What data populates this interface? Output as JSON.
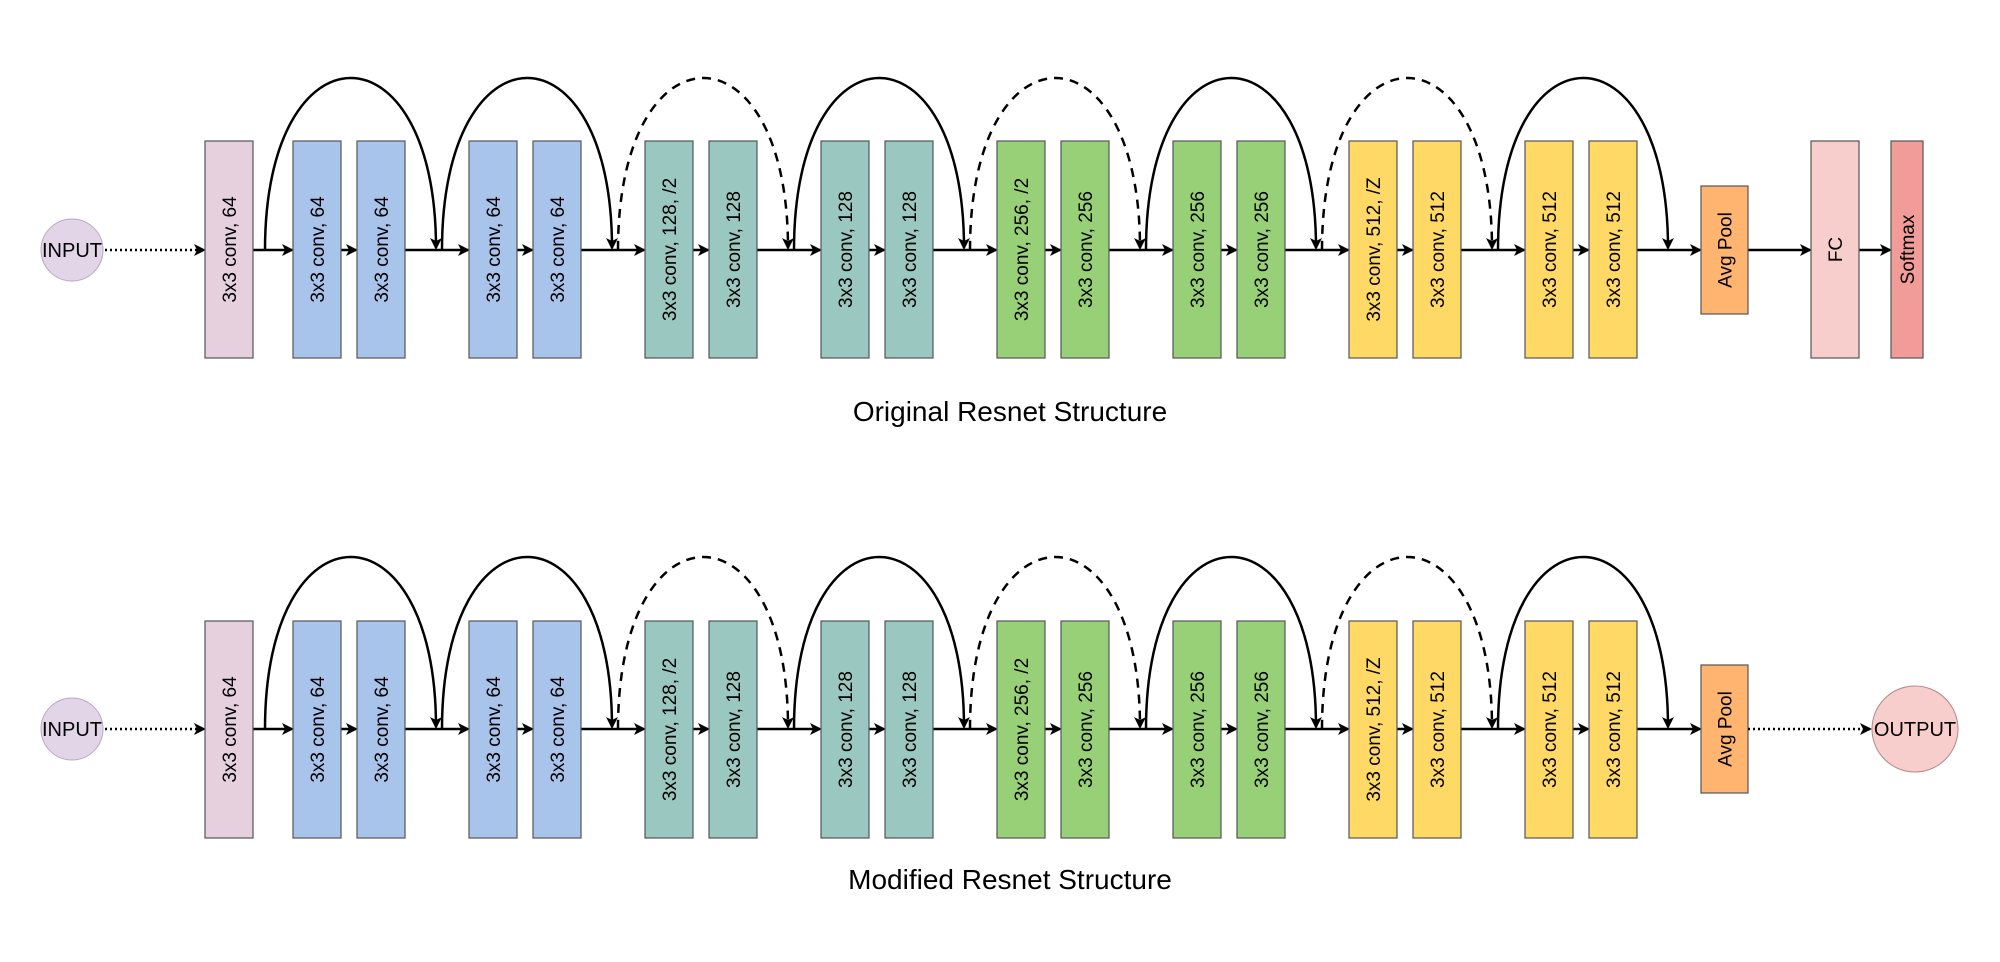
{
  "colors": {
    "stem": "#e6d0de",
    "conv64": "#a9c4eb",
    "conv128": "#9ac7bf",
    "conv256": "#97d077",
    "conv512": "#ffd966",
    "avgpool": "#ffb570",
    "fc": "#f8cecc",
    "softmax": "#f19c99",
    "input": "#e1d5e7",
    "output": "#f8cecc",
    "stroke": "#000000"
  },
  "diagrams": [
    {
      "id": "original",
      "caption": "Original Resnet Structure",
      "input_label": "INPUT",
      "layers": [
        {
          "label": "3x3 conv, 64",
          "type": "stem"
        },
        {
          "label": "3x3 conv, 64",
          "type": "conv64"
        },
        {
          "label": "3x3 conv, 64",
          "type": "conv64"
        },
        {
          "label": "3x3 conv, 64",
          "type": "conv64"
        },
        {
          "label": "3x3 conv, 64",
          "type": "conv64"
        },
        {
          "label": "3x3 conv, 128, /2",
          "type": "conv128"
        },
        {
          "label": "3x3 conv, 128",
          "type": "conv128"
        },
        {
          "label": "3x3 conv, 128",
          "type": "conv128"
        },
        {
          "label": "3x3 conv, 128",
          "type": "conv128"
        },
        {
          "label": "3x3 conv, 256, /2",
          "type": "conv256"
        },
        {
          "label": "3x3 conv, 256",
          "type": "conv256"
        },
        {
          "label": "3x3 conv, 256",
          "type": "conv256"
        },
        {
          "label": "3x3 conv, 256",
          "type": "conv256"
        },
        {
          "label": "3x3 conv, 512, /Z",
          "type": "conv512"
        },
        {
          "label": "3x3 conv, 512",
          "type": "conv512"
        },
        {
          "label": "3x3 conv, 512",
          "type": "conv512"
        },
        {
          "label": "3x3 conv, 512",
          "type": "conv512"
        },
        {
          "label": "Avg Pool",
          "type": "avgpool"
        },
        {
          "label": "FC",
          "type": "fc"
        },
        {
          "label": "Softmax",
          "type": "softmax"
        }
      ],
      "skip_connections": [
        {
          "style": "solid"
        },
        {
          "style": "solid"
        },
        {
          "style": "dashed"
        },
        {
          "style": "solid"
        },
        {
          "style": "dashed"
        },
        {
          "style": "solid"
        },
        {
          "style": "dashed"
        },
        {
          "style": "solid"
        }
      ],
      "output_label": null
    },
    {
      "id": "modified",
      "caption": "Modified Resnet Structure",
      "input_label": "INPUT",
      "layers": [
        {
          "label": "3x3 conv, 64",
          "type": "stem"
        },
        {
          "label": "3x3 conv, 64",
          "type": "conv64"
        },
        {
          "label": "3x3 conv, 64",
          "type": "conv64"
        },
        {
          "label": "3x3 conv, 64",
          "type": "conv64"
        },
        {
          "label": "3x3 conv, 64",
          "type": "conv64"
        },
        {
          "label": "3x3 conv, 128, /2",
          "type": "conv128"
        },
        {
          "label": "3x3 conv, 128",
          "type": "conv128"
        },
        {
          "label": "3x3 conv, 128",
          "type": "conv128"
        },
        {
          "label": "3x3 conv, 128",
          "type": "conv128"
        },
        {
          "label": "3x3 conv, 256, /2",
          "type": "conv256"
        },
        {
          "label": "3x3 conv, 256",
          "type": "conv256"
        },
        {
          "label": "3x3 conv, 256",
          "type": "conv256"
        },
        {
          "label": "3x3 conv, 256",
          "type": "conv256"
        },
        {
          "label": "3x3 conv, 512, /Z",
          "type": "conv512"
        },
        {
          "label": "3x3 conv, 512",
          "type": "conv512"
        },
        {
          "label": "3x3 conv, 512",
          "type": "conv512"
        },
        {
          "label": "3x3 conv, 512",
          "type": "conv512"
        },
        {
          "label": "Avg Pool",
          "type": "avgpool"
        }
      ],
      "skip_connections": [
        {
          "style": "solid"
        },
        {
          "style": "solid"
        },
        {
          "style": "dashed"
        },
        {
          "style": "solid"
        },
        {
          "style": "dashed"
        },
        {
          "style": "solid"
        },
        {
          "style": "dashed"
        },
        {
          "style": "solid"
        }
      ],
      "output_label": "OUTPUT"
    }
  ]
}
